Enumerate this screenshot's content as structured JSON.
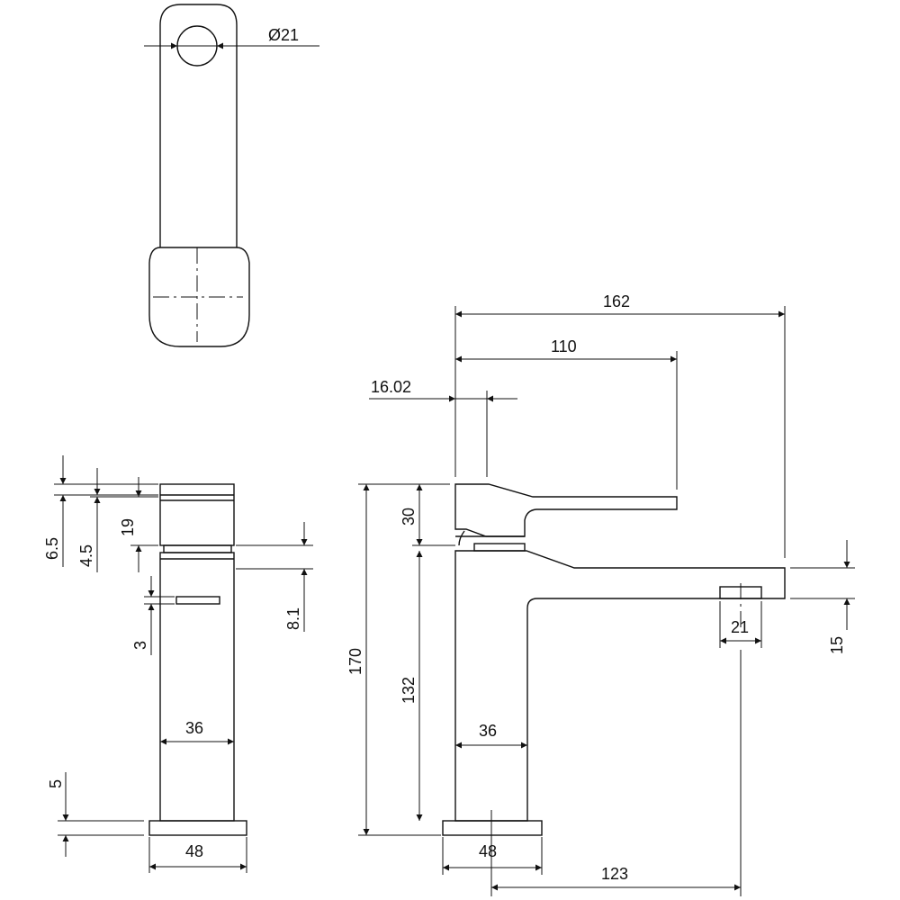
{
  "dimensions": {
    "top_diameter": "Ø21",
    "side_6_5": "6.5",
    "side_4_5": "4.5",
    "side_19": "19",
    "side_8_1": "8.1",
    "side_3": "3",
    "side_36": "36",
    "side_5": "5",
    "side_48": "48",
    "front_162": "162",
    "front_110": "110",
    "front_16_02": "16.02",
    "front_30": "30",
    "front_170": "170",
    "front_132": "132",
    "front_36": "36",
    "front_48": "48",
    "front_123": "123",
    "front_21": "21",
    "front_15": "15"
  }
}
